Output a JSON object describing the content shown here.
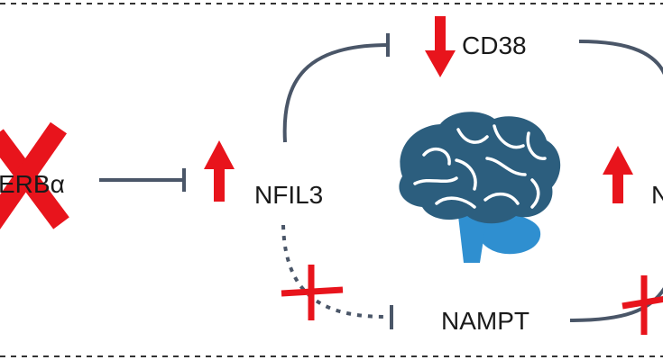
{
  "diagram": {
    "nodes": {
      "reverb": "ERBα",
      "nfil3": "NFIL3",
      "cd38": "CD38",
      "nampt": "NAMPT",
      "right_node": "N"
    },
    "icons": {
      "knockout_cross": "red-x-cross-icon",
      "brain": "brain-icon",
      "up_arrow": "red-up-arrow-icon",
      "down_arrow": "red-down-arrow-icon",
      "inhibition_cross": "red-plus-cross-icon"
    },
    "colors": {
      "connector": "#4a5668",
      "red": "#e8141c",
      "brain_dark": "#2c5e7e",
      "brain_light": "#2f8fd0",
      "border": "#333333",
      "text": "#1a1a1a"
    }
  }
}
